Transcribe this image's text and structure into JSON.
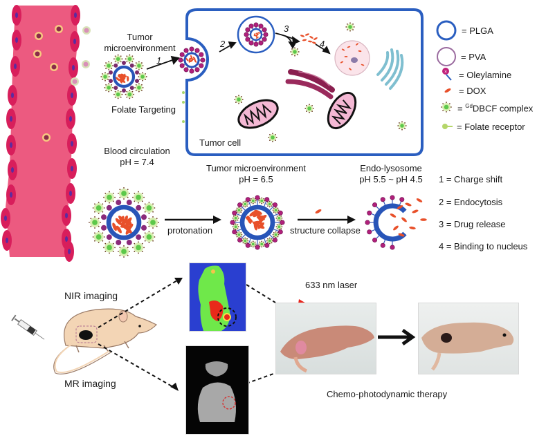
{
  "figure": {
    "top_panel": {
      "tumor_microenvironment_label": [
        "Tumor",
        "microenvironment"
      ],
      "folate_targeting_label": "Folate Targeting",
      "tumor_cell_label": "Tumor cell",
      "step_numbers": [
        "1",
        "2",
        "3",
        "4"
      ]
    },
    "legend_components": [
      {
        "icon": "plga-ring-icon",
        "text": "= PLGA"
      },
      {
        "icon": "pva-ring-icon",
        "text": "= PVA"
      },
      {
        "icon": "oleylamine-icon",
        "text": "= Oleylamine"
      },
      {
        "icon": "dox-icon",
        "text": "= DOX"
      },
      {
        "icon": "gd-dbcf-complex-icon",
        "text_sup": "Gd",
        "text": "DBCF complex",
        "prefix": "= "
      },
      {
        "icon": "folate-receptor-icon",
        "text": "= Folate receptor"
      }
    ],
    "ph_stages": [
      {
        "title": "Blood circulation",
        "ph": "pH = 7.4"
      },
      {
        "title": "Tumor microenvironment",
        "ph": "pH = 6.5"
      },
      {
        "title": "Endo-lysosome",
        "ph": "pH 5.5 ~ pH 4.5"
      }
    ],
    "transitions": [
      "protonation",
      "structure collapse"
    ],
    "legend_steps": [
      "1 = Charge shift",
      "2 = Endocytosis",
      "3 = Drug release",
      "4 = Binding to nucleus"
    ],
    "bottom_panel": {
      "nir_label": "NIR imaging",
      "mr_label": "MR imaging",
      "laser_label": "633 nm laser",
      "therapy_label": "Chemo-photodynamic therapy"
    },
    "colors": {
      "vessel": "#e8557a",
      "vessel_cell": "#d81e5b",
      "nucleus": "#5b2ca0",
      "plga_blue": "#2855b8",
      "pva_purple": "#8a5a8e",
      "dox_red": "#e8502a",
      "complex_green": "#8fd14f",
      "cell_border": "#2a5ec0",
      "nir_bg": "#2a3fd0",
      "laser_red": "#e8231a"
    }
  }
}
